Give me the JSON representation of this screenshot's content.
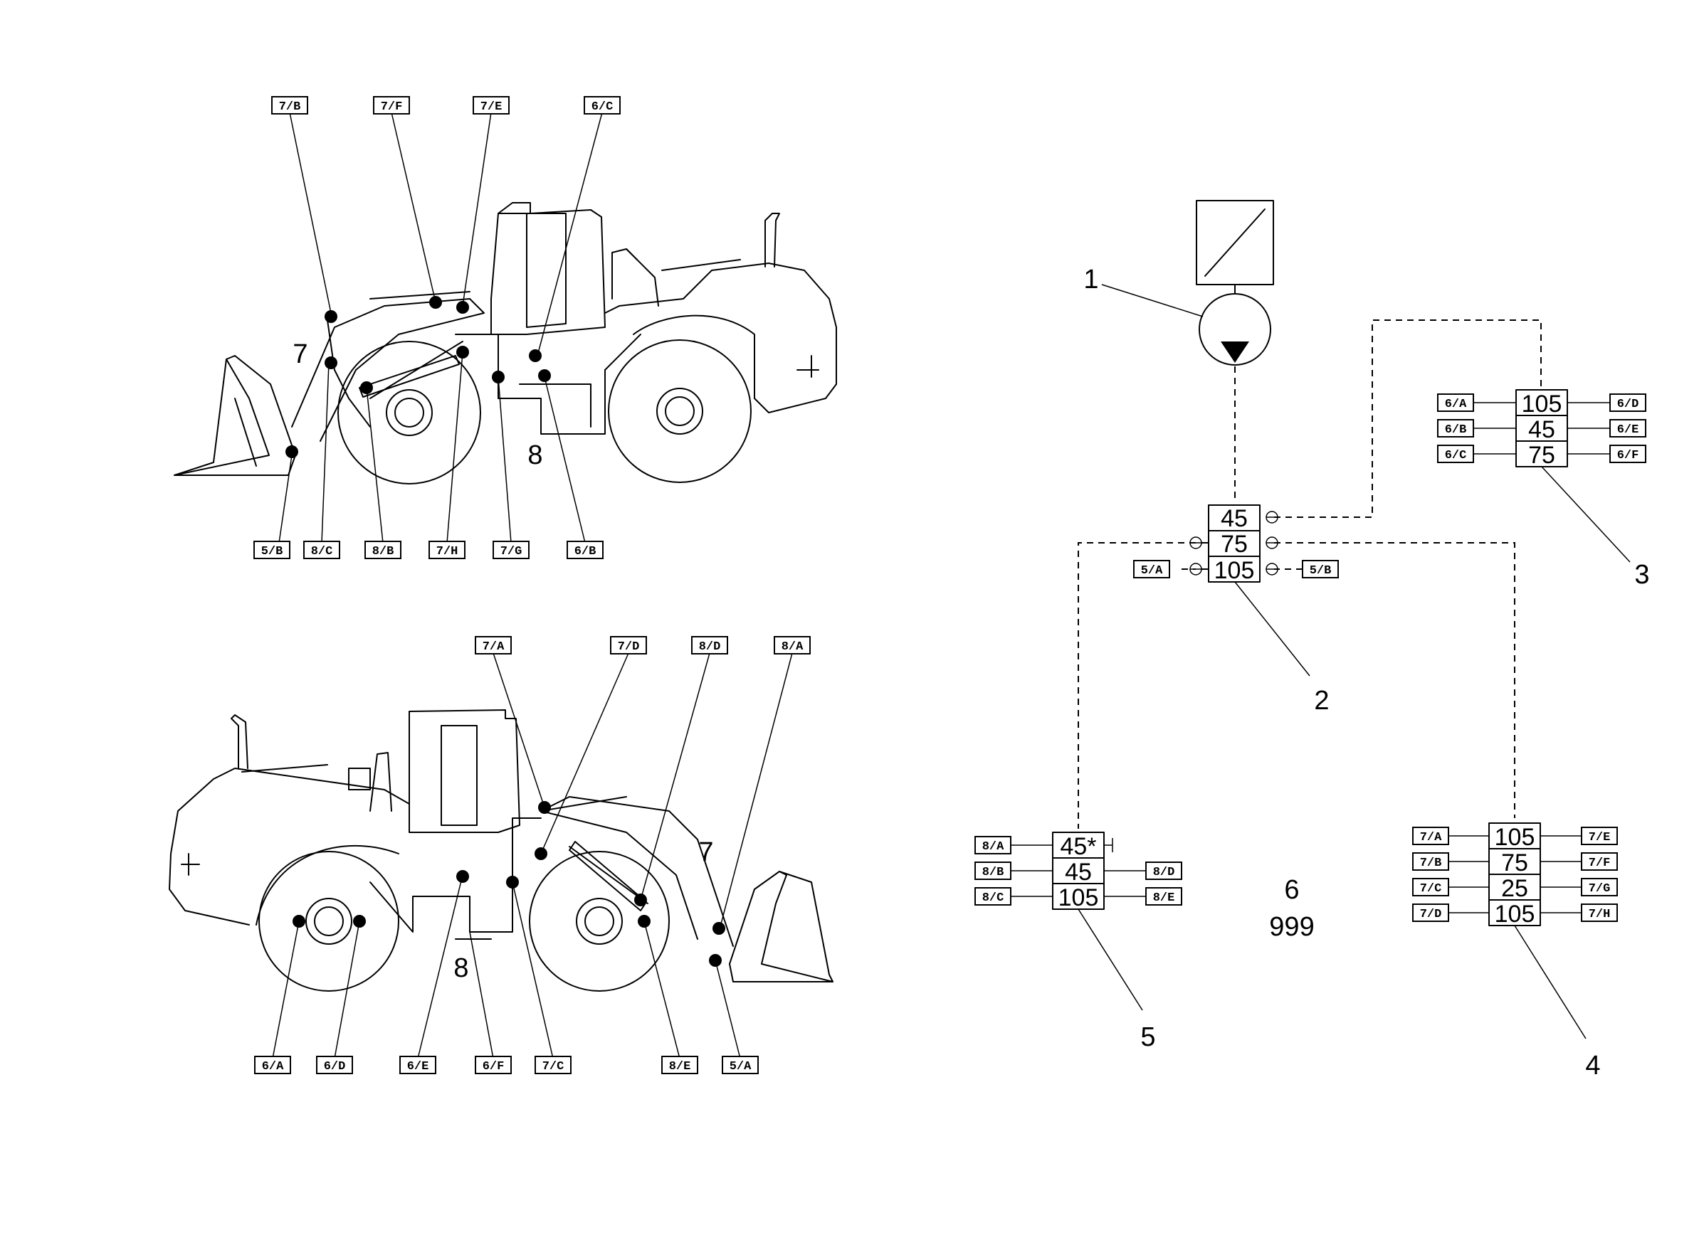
{
  "loader_top": {
    "callouts_top": [
      "7/B",
      "7/F",
      "7/E",
      "6/C"
    ],
    "callouts_bottom": [
      "5/B",
      "8/C",
      "8/B",
      "7/H",
      "7/G",
      "6/B"
    ],
    "zone_labels": [
      "7",
      "8"
    ]
  },
  "loader_bottom": {
    "callouts_top": [
      "7/A",
      "7/D",
      "8/D",
      "8/A"
    ],
    "callouts_bottom": [
      "6/A",
      "6/D",
      "6/E",
      "6/F",
      "7/C",
      "8/E",
      "5/A"
    ],
    "zone_labels": [
      "7",
      "8"
    ]
  },
  "schematic": {
    "item_numbers": [
      "1",
      "2",
      "3",
      "4",
      "5"
    ],
    "distributor": {
      "cells": [
        "45",
        "75",
        "105"
      ],
      "left_tag": "5/A",
      "right_tag": "5/B"
    },
    "block_3": {
      "cells": [
        "105",
        "45",
        "75"
      ],
      "left_tags": [
        "6/A",
        "6/B",
        "6/C"
      ],
      "right_tags": [
        "6/D",
        "6/E",
        "6/F"
      ]
    },
    "block_4": {
      "cells": [
        "105",
        "75",
        "25",
        "105"
      ],
      "left_tags": [
        "7/A",
        "7/B",
        "7/C",
        "7/D"
      ],
      "right_tags": [
        "7/E",
        "7/F",
        "7/G",
        "7/H"
      ]
    },
    "block_5": {
      "cells": [
        "45*",
        "45",
        "105"
      ],
      "left_tags": [
        "8/A",
        "8/B",
        "8/C"
      ],
      "right_tags": [
        "8/D",
        "8/E"
      ]
    },
    "center_label_1": "6",
    "center_label_2": "999"
  }
}
